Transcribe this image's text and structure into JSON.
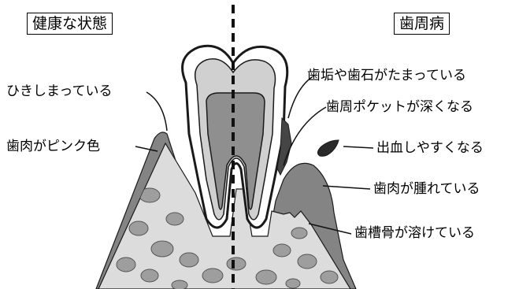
{
  "headings": {
    "healthy": "健康な状態",
    "disease": "歯周病"
  },
  "labels": {
    "tight": "ひきしまっている",
    "pink_gum": "歯肉がピンク色",
    "plaque": "歯垢や歯石がたまっている",
    "pocket": "歯周ポケットが深くなる",
    "bleeding": "出血しやすくなる",
    "swollen": "歯肉が腫れている",
    "bone_loss": "歯槽骨が溶けている"
  },
  "colors": {
    "bone": "#dcdcdc",
    "bone_spots": "#9e9e9e",
    "gum": "#848484",
    "enamel": "#ffffff",
    "dentin": "#d0d0d0",
    "pulp": "#8f8f8f",
    "outline": "#1a1a1a",
    "tartar": "#454545"
  }
}
